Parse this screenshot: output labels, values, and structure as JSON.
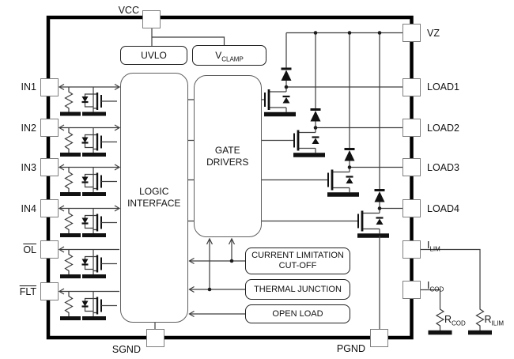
{
  "diagram_title": "quad-driver-ic-block-diagram",
  "colors": {
    "background": "#ffffff",
    "chip_border": "#000000",
    "wire": "#3d3d3d",
    "symbol": "#111111",
    "pin_border": "#7f7f7f",
    "text": "#111111"
  },
  "pins": {
    "vcc": "VCC",
    "sgnd": "SGND",
    "pgnd": "PGND",
    "left": [
      {
        "label": "IN1"
      },
      {
        "label": "IN2"
      },
      {
        "label": "IN3"
      },
      {
        "label": "IN4"
      },
      {
        "label": "OL",
        "overline": true
      },
      {
        "label": "FLT",
        "overline": true
      }
    ],
    "right": [
      {
        "main": "VZ"
      },
      {
        "main": "LOAD1"
      },
      {
        "main": "LOAD2"
      },
      {
        "main": "LOAD3"
      },
      {
        "main": "LOAD4"
      },
      {
        "main": "I",
        "sub": "LIM"
      },
      {
        "main": "I",
        "sub": "COD"
      }
    ]
  },
  "blocks": {
    "uvlo": "UVLO",
    "vclamp": {
      "main": "V",
      "sub": "CLAMP"
    },
    "logic": {
      "line1": "LOGIC",
      "line2": "INTERFACE"
    },
    "gate": {
      "line1": "GATE",
      "line2": "DRIVERS"
    },
    "clco": {
      "line1": "CURRENT LIMITATION",
      "line2": "CUT-OFF"
    },
    "thermal": "THERMAL JUNCTION",
    "open_load": "OPEN LOAD"
  },
  "external": {
    "rcod": {
      "main": "R",
      "sub": "COD"
    },
    "rilim": {
      "main": "R",
      "sub": "ILIM"
    }
  }
}
